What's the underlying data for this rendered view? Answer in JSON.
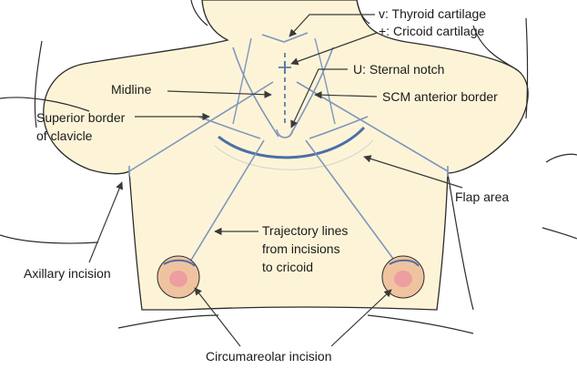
{
  "labels": {
    "thyroid": "v: Thyroid cartilage",
    "cricoid": "+: Cricoid cartilage",
    "sternal_notch": "U: Sternal notch",
    "midline": "Midline",
    "scm": "SCM anterior border",
    "clavicle_line1": "Superior border",
    "clavicle_line2": "of clavicle",
    "flap": "Flap area",
    "trajectory_line1": "Trajectory lines",
    "trajectory_line2": "from incisions",
    "trajectory_line3": "to cricoid",
    "axillary": "Axillary incision",
    "circumareolar": "Circumareolar incision"
  },
  "colors": {
    "skin": "#fdf4d8",
    "outline": "#2c2c2c",
    "guide_line": "#7d97bb",
    "incision": "#4a6fa8",
    "areola": "#f0c3a0",
    "nipple": "#ec9ea1",
    "leader": "#3a3a3a"
  }
}
